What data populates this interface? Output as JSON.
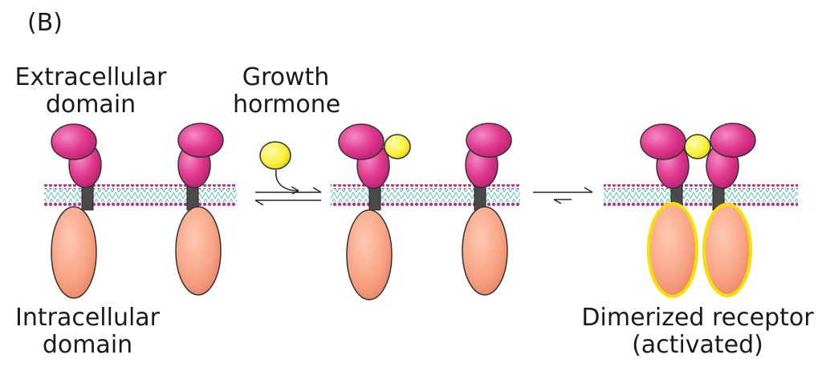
{
  "panel_label": "(B)",
  "labels": {
    "extracellular": [
      "Extracellular",
      "domain"
    ],
    "growth_hormone": [
      "Growth",
      "hormone"
    ],
    "intracellular": [
      "Intracellular",
      "domain"
    ],
    "dimerized": [
      "Dimerized receptor",
      "(activated)"
    ]
  },
  "colors": {
    "extracellular_domain": "#e0388e",
    "intracellular_domain": "#f7a182",
    "hormone": "#f8f03a",
    "membrane_heads": "#b23a8a",
    "membrane_tails": "#5fc7b4",
    "transmembrane": "#4a4a4a",
    "activation_outline": "#f5e000"
  },
  "icons": {
    "equilibrium_arrow": "equilibrium-arrows-icon",
    "binding_arrow": "curved-binding-arrow-icon"
  }
}
